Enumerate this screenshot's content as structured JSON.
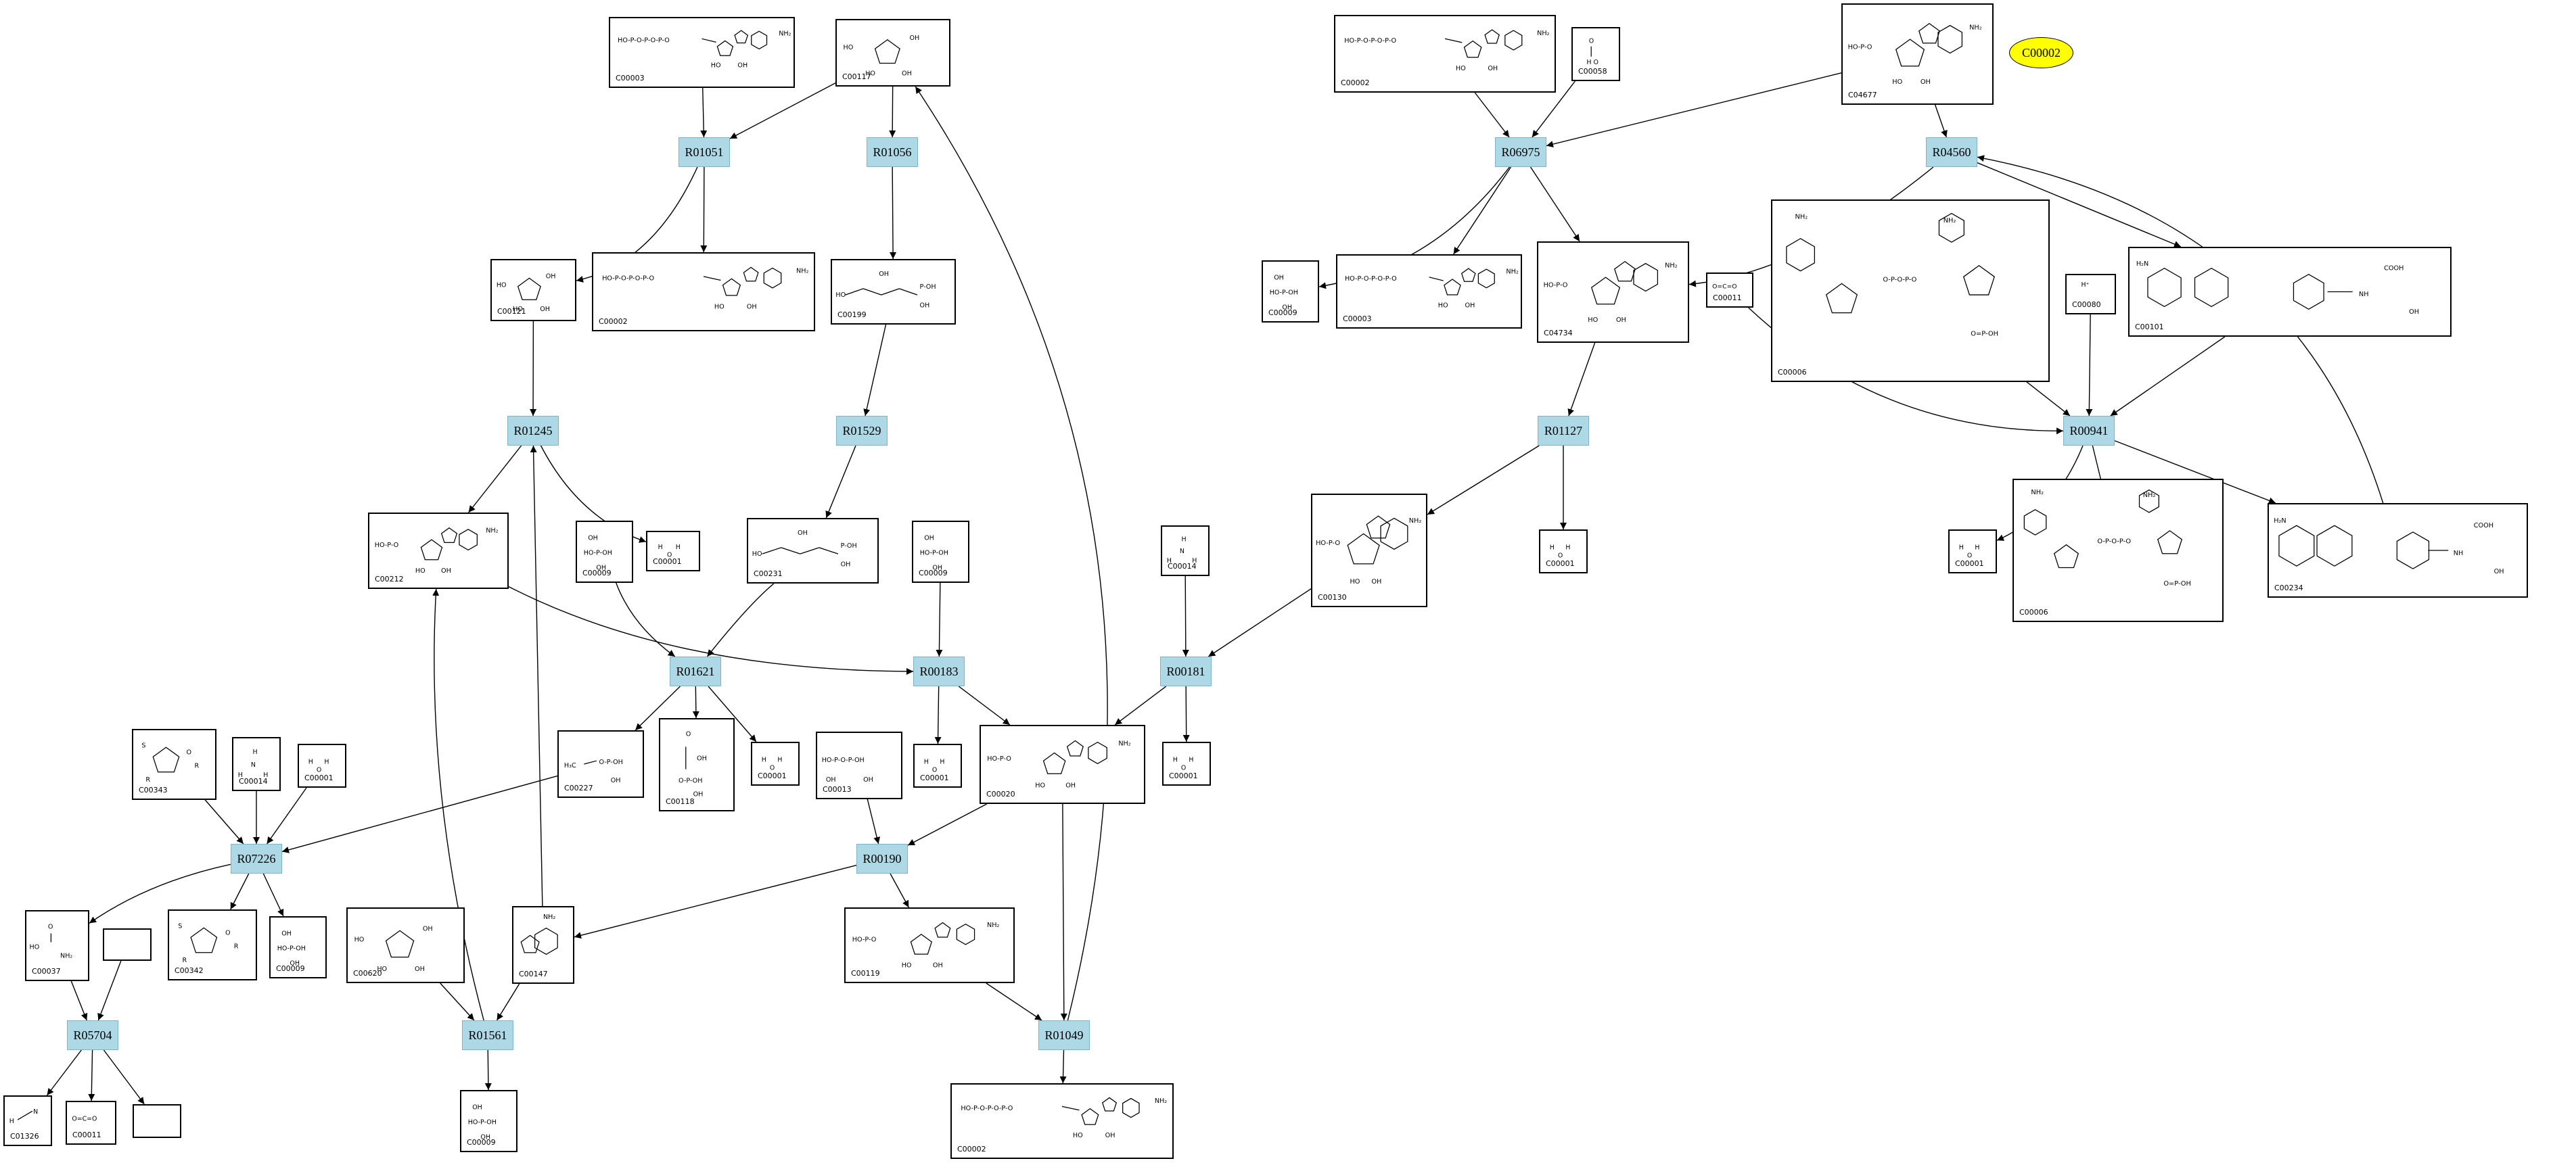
{
  "diagram": {
    "root_label": "C00002",
    "reactions": [
      "R01051",
      "R01056",
      "R01245",
      "R01529",
      "R01621",
      "R00183",
      "R00181",
      "R07226",
      "R00190",
      "R05704",
      "R01561",
      "R01049",
      "R06975",
      "R04560",
      "R01127",
      "R00941"
    ],
    "compounds": [
      "C00003",
      "C00117",
      "C00002",
      "C00121",
      "C00199",
      "C00212",
      "C00009",
      "C00001",
      "C00231",
      "C00014",
      "C00227",
      "C00118",
      "C00013",
      "C00020",
      "C00343",
      "C00037",
      "C00342",
      "C00620",
      "C00147",
      "C00119",
      "C01326",
      "C00011",
      "C00058",
      "C04677",
      "C04734",
      "C00006",
      "C00080",
      "C00101",
      "C00130",
      "C00234"
    ]
  }
}
